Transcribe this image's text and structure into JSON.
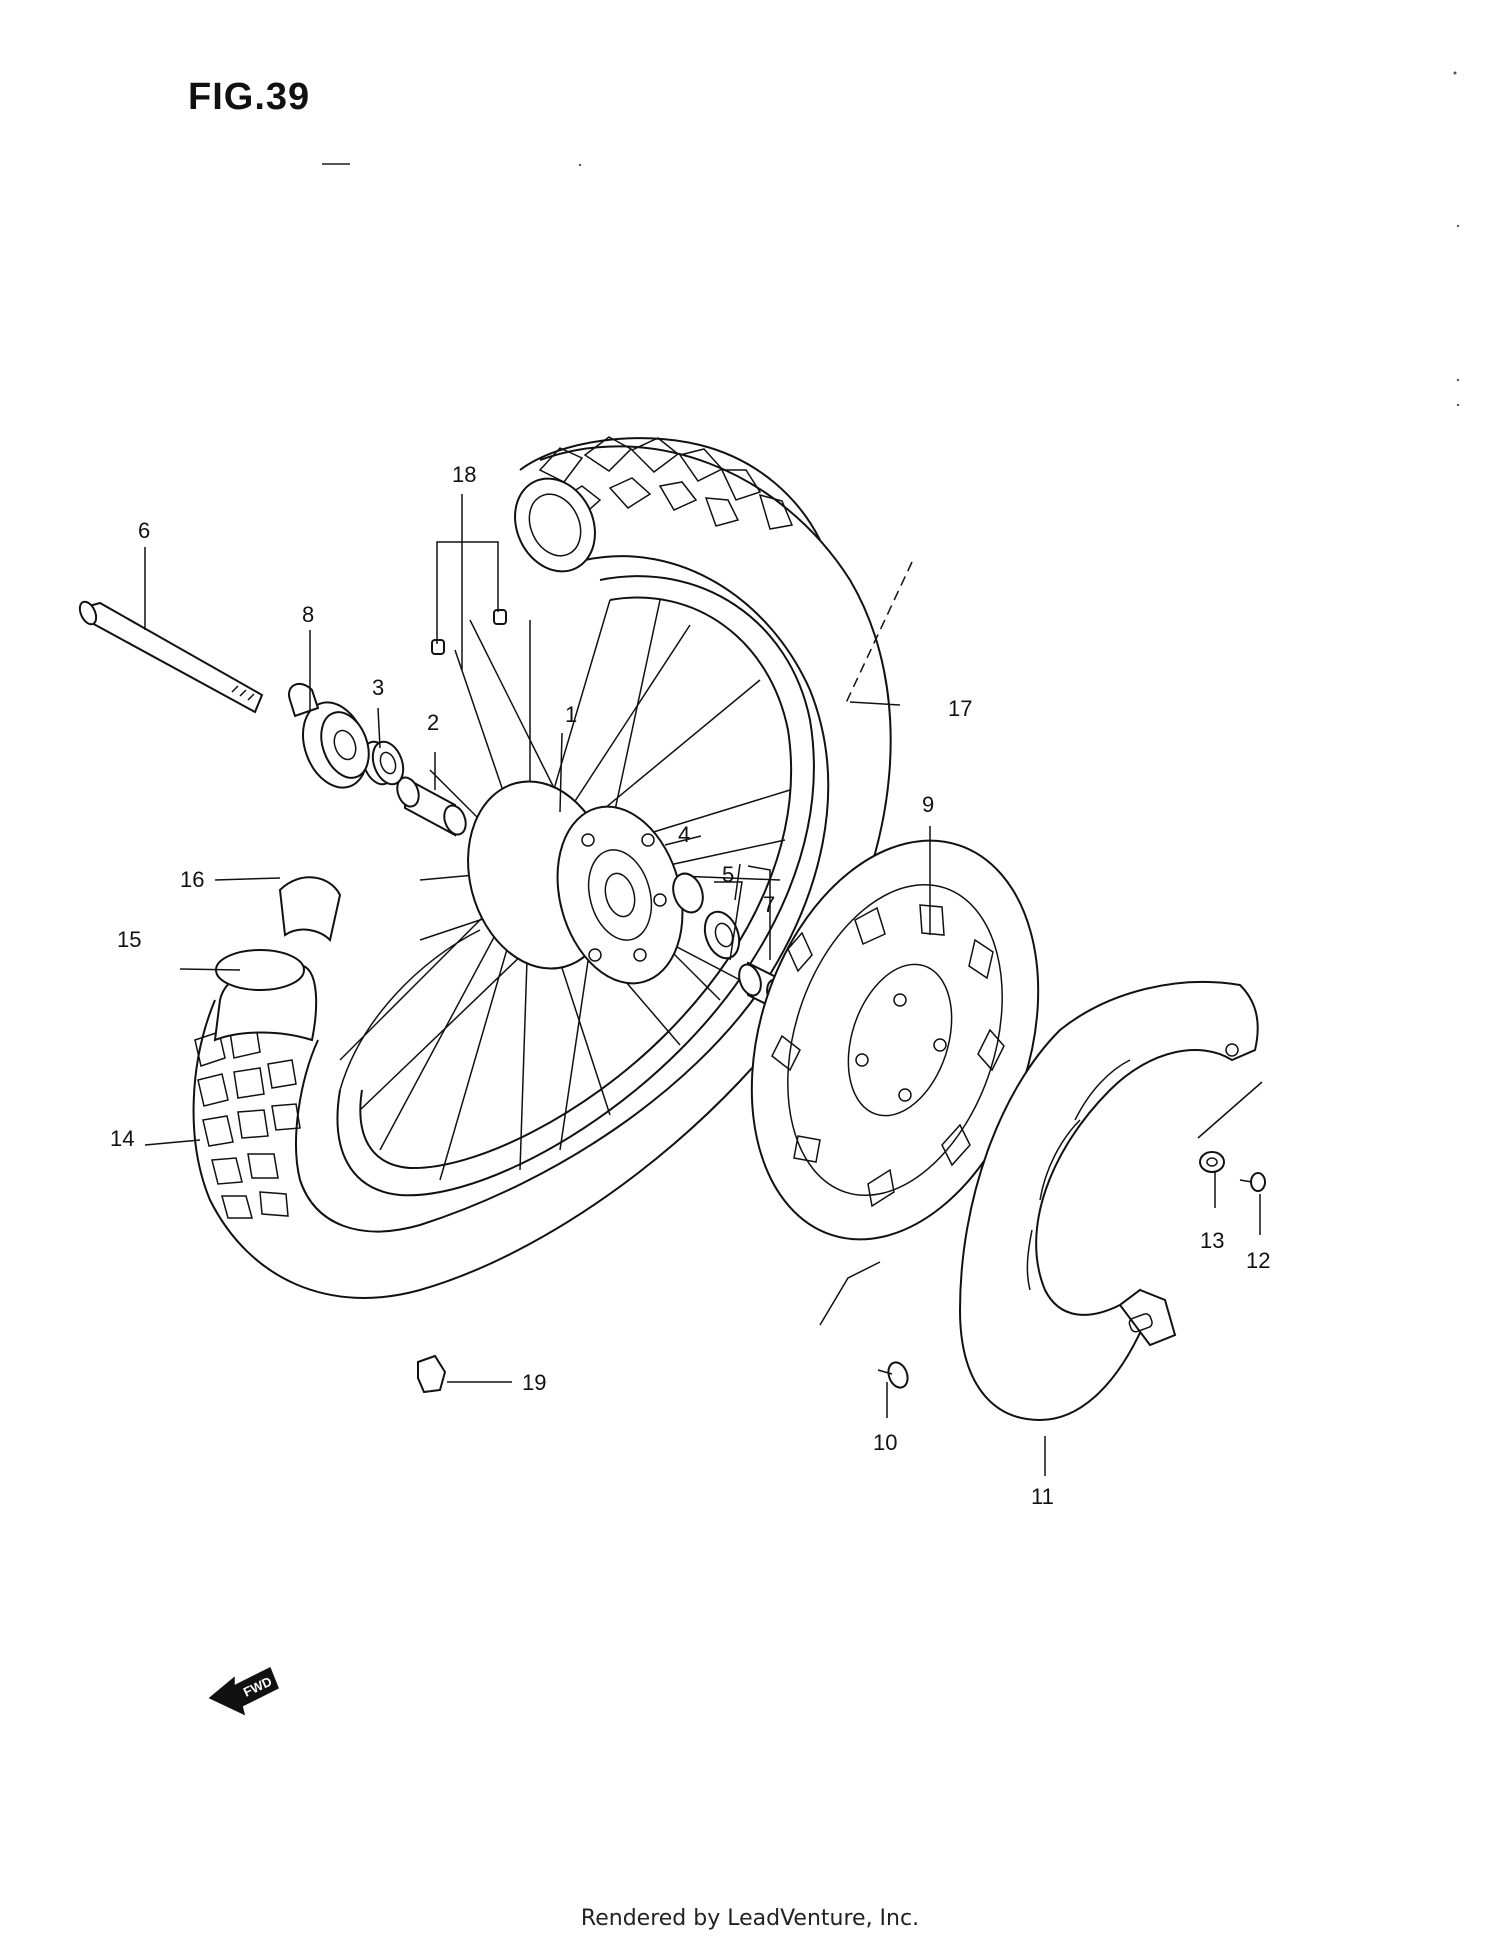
{
  "figure": {
    "title": "FIG.39"
  },
  "callouts": [
    {
      "id": "1",
      "label": "1"
    },
    {
      "id": "2",
      "label": "2"
    },
    {
      "id": "3",
      "label": "3"
    },
    {
      "id": "4",
      "label": "4"
    },
    {
      "id": "5",
      "label": "5"
    },
    {
      "id": "6",
      "label": "6"
    },
    {
      "id": "7",
      "label": "7"
    },
    {
      "id": "8",
      "label": "8"
    },
    {
      "id": "9",
      "label": "9"
    },
    {
      "id": "10",
      "label": "10"
    },
    {
      "id": "11",
      "label": "11"
    },
    {
      "id": "12",
      "label": "12"
    },
    {
      "id": "13",
      "label": "13"
    },
    {
      "id": "14",
      "label": "14"
    },
    {
      "id": "15",
      "label": "15"
    },
    {
      "id": "16",
      "label": "16"
    },
    {
      "id": "17",
      "label": "17"
    },
    {
      "id": "18",
      "label": "18"
    },
    {
      "id": "19",
      "label": "19"
    }
  ],
  "direction_badge": {
    "label": "FWD"
  },
  "footer": {
    "text": "Rendered by LeadVenture, Inc."
  }
}
